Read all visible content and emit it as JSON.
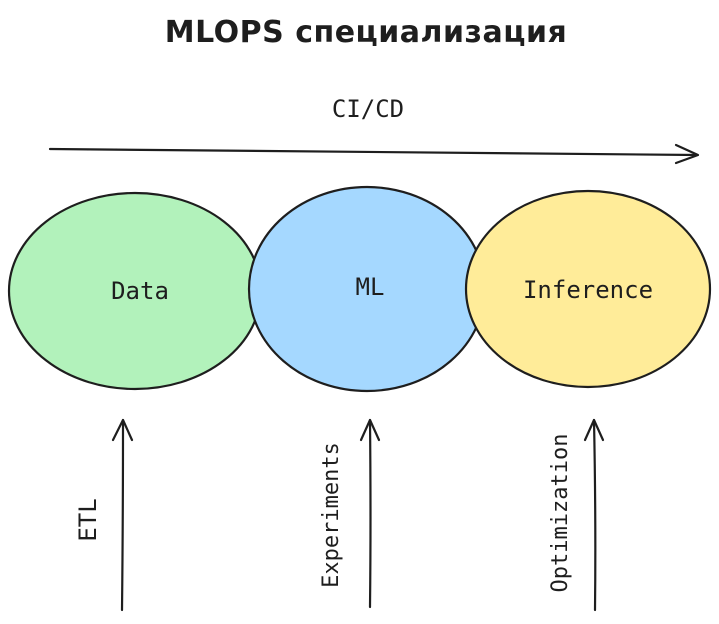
{
  "title": "MLOPS специализация",
  "pipeline": {
    "label": "CI/CD"
  },
  "stages": [
    {
      "label": "Data",
      "color": "#b2f2bb"
    },
    {
      "label": "ML",
      "color": "#a5d8ff"
    },
    {
      "label": "Inference",
      "color": "#ffec99"
    }
  ],
  "activities": [
    {
      "label": "ETL"
    },
    {
      "label": "Experiments"
    },
    {
      "label": "Optimization"
    }
  ]
}
